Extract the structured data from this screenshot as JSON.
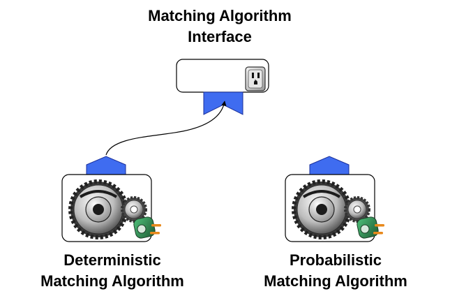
{
  "interface": {
    "title_line1": "Matching Algorithm",
    "title_line2": "Interface"
  },
  "components": [
    {
      "id": "deterministic",
      "label_line1": "Deterministic",
      "label_line2": "Matching Algorithm",
      "connected": true
    },
    {
      "id": "probabilistic",
      "label_line1": "Probabilistic",
      "label_line2": "Matching Algorithm",
      "connected": false
    }
  ],
  "icons": {
    "socket": "electrical-outlet-icon",
    "gears": "gears-icon",
    "plug": "power-plug-icon"
  },
  "colors": {
    "connector_blue": "#3f6cf0",
    "connector_stroke": "#1a2f9a",
    "plug_orange": "#e8891c",
    "plug_green": "#2d8a50",
    "gear_dark": "#2a2a2a",
    "gear_light": "#d0d0d0"
  }
}
